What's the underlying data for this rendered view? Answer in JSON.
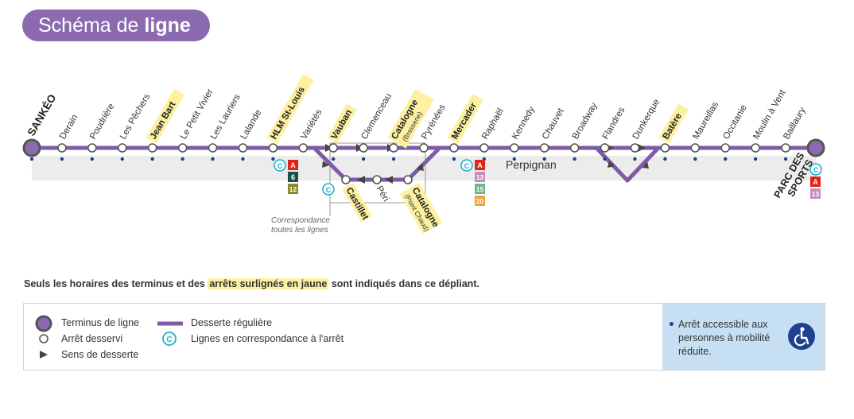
{
  "header": {
    "title_prefix": "Schéma de",
    "title_bold": "ligne"
  },
  "stops": [
    {
      "name": "SANKÉO",
      "highlight": false,
      "terminus": true
    },
    {
      "name": "Derain",
      "highlight": false
    },
    {
      "name": "Poudrière",
      "highlight": false
    },
    {
      "name": "Les Pêchers",
      "highlight": false
    },
    {
      "name": "Jean Bart",
      "highlight": true
    },
    {
      "name": "Le Petit Vivier",
      "highlight": false
    },
    {
      "name": "Les Lauriers",
      "highlight": false
    },
    {
      "name": "Lalande",
      "highlight": false
    },
    {
      "name": "HLM St-Louis",
      "highlight": true
    },
    {
      "name": "Variétés",
      "highlight": false
    },
    {
      "name": "Vauban",
      "highlight": true
    },
    {
      "name": "Clemenceau",
      "highlight": false
    },
    {
      "name": "Catalogne",
      "sub": "(Brasserie)",
      "highlight": true
    },
    {
      "name": "Pyrénées",
      "highlight": false
    },
    {
      "name": "Mercader",
      "highlight": true
    },
    {
      "name": "Raphaël",
      "highlight": false
    },
    {
      "name": "Kennedy",
      "highlight": false
    },
    {
      "name": "Chauvet",
      "highlight": false
    },
    {
      "name": "Broadway",
      "highlight": false
    },
    {
      "name": "Flandres",
      "highlight": false
    },
    {
      "name": "Dunkerque",
      "highlight": false
    },
    {
      "name": "Batère",
      "highlight": true
    },
    {
      "name": "Maureillas",
      "highlight": false
    },
    {
      "name": "Occitanie",
      "highlight": false
    },
    {
      "name": "Moulin à Vent",
      "highlight": false
    },
    {
      "name": "Baillaury",
      "highlight": false
    },
    {
      "name": "PARC DES SPORTS",
      "highlight": false,
      "terminus": true
    }
  ],
  "lower_stops": [
    {
      "name": "Castillet",
      "highlight": true
    },
    {
      "name": "Péri",
      "highlight": false
    },
    {
      "name": "Catalogne",
      "sub": "(Point Chaud)",
      "highlight": true
    }
  ],
  "zone_label": "Perpignan",
  "correspondance_note": [
    "Correspondance",
    "toutes les lignes"
  ],
  "correspondances": {
    "hlm": [
      "C",
      "A",
      "6",
      "12"
    ],
    "mercader": [
      "C",
      "A",
      "13",
      "15",
      "20"
    ],
    "castillet": [
      "C"
    ],
    "parc": [
      "C",
      "A",
      "13"
    ]
  },
  "note": {
    "prefix": "Seuls les horaires des terminus et des ",
    "highlight": "arrêts surlignés en jaune",
    "suffix": " sont indiqués dans ce dépliant."
  },
  "legend": {
    "terminus": "Terminus de ligne",
    "stop": "Arrêt desservi",
    "direction": "Sens de desserte",
    "regular": "Desserte régulière",
    "connections": "Lignes en correspondance à l'arrêt",
    "access": "Arrêt accessible aux personnes à mobilité réduite."
  },
  "colors": {
    "line": "#7d5ba6",
    "highlight": "#fdf1a0",
    "access_dot": "#1f3f8f",
    "c_badge": "#19b3c9",
    "a_badge": "#e2231a",
    "badge_6": "#1e4d4a",
    "badge_12": "#8c8a32",
    "badge_13": "#c78bbf",
    "badge_15": "#6cb88a",
    "badge_20": "#f0a23c"
  }
}
